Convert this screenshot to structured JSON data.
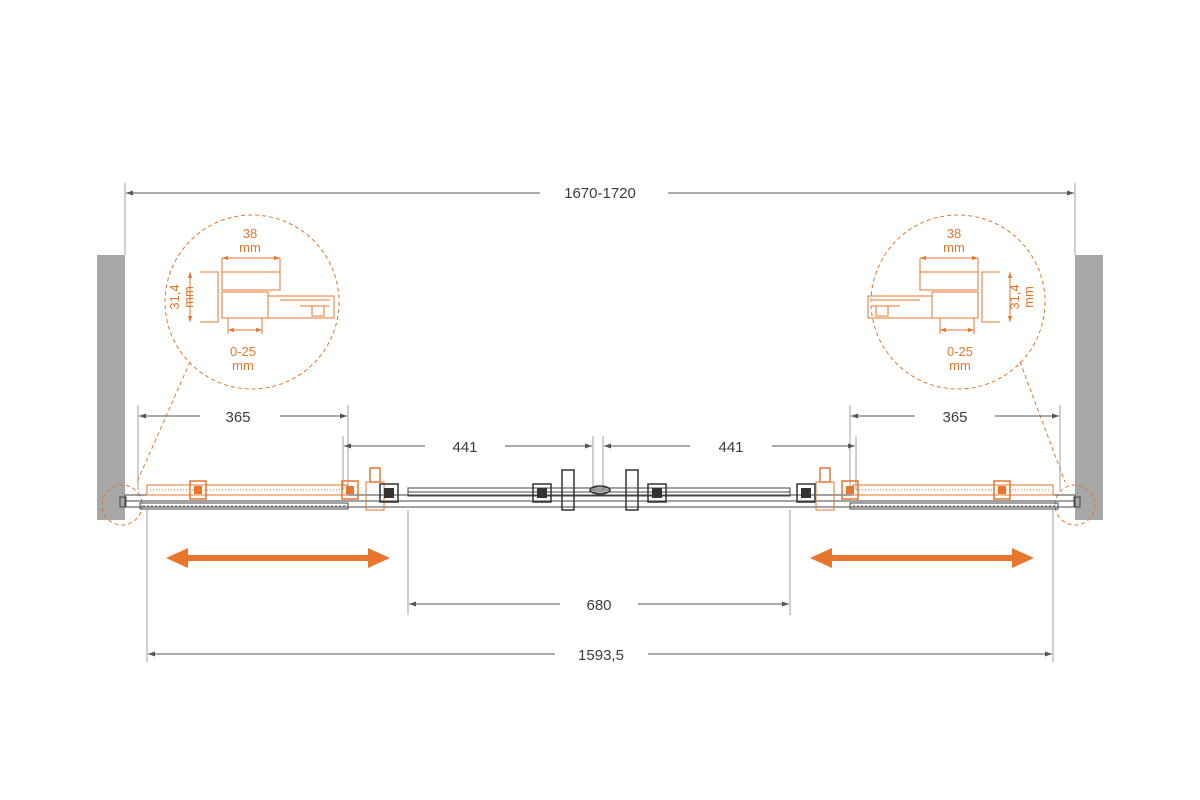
{
  "dimensions": {
    "total_width": "1670-1720",
    "left_fixed_panel": "365",
    "right_fixed_panel": "365",
    "left_door_travel": "441",
    "right_door_travel": "441",
    "opening": "680",
    "glass_width": "1593,5"
  },
  "details": {
    "left": {
      "width_value": "38",
      "width_unit": "mm",
      "depth_value": "31,4",
      "depth_unit": "mm",
      "adjust_value": "0-25",
      "adjust_unit": "mm"
    },
    "right": {
      "width_value": "38",
      "width_unit": "mm",
      "depth_value": "31,4",
      "depth_unit": "mm",
      "adjust_value": "0-25",
      "adjust_unit": "mm"
    }
  },
  "colors": {
    "accent": "#e8762d",
    "wall": "#a7a7a7",
    "line": "#555555"
  }
}
